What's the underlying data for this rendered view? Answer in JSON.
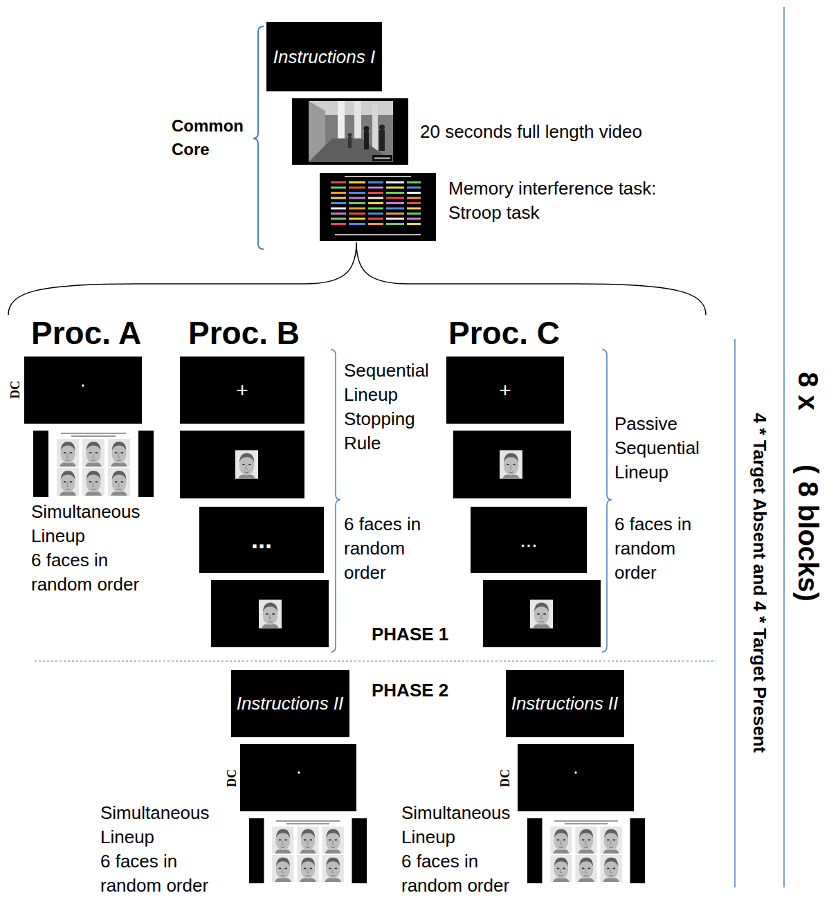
{
  "diagram": {
    "nodes": [
      {
        "text": [
          "Instructions I"
        ]
      },
      {
        "text": [
          "+"
        ]
      },
      {
        "text": [
          "..."
        ]
      },
      {
        "text": [
          "+"
        ]
      },
      {
        "text": [
          "..."
        ]
      },
      {
        "text": [
          "Instructions II"
        ]
      },
      {
        "text": [
          "Instructions II"
        ]
      }
    ],
    "labels": [
      "Common Core",
      "20 seconds full length video",
      "Memory interference task: Stroop task",
      "Proc. A",
      "Proc. B",
      "Proc. C",
      "DC",
      "Simultaneous Lineup",
      "6 faces in random order",
      "Sequential Lineup Stopping Rule",
      "6 faces in random order",
      "Passive Sequential Lineup",
      "6 faces in random order",
      "PHASE 1",
      "PHASE 2",
      "DC",
      "Simultaneous Lineup",
      "6 faces in random order",
      "DC",
      "Simultaneous Lineup",
      "6 faces in random order",
      "8 x",
      "( 8 blocks)",
      "4 * Target Absent and 4 * Target Present"
    ]
  }
}
